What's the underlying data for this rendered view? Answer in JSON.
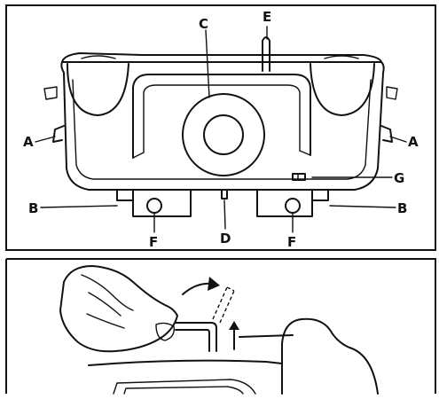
{
  "labels": {
    "a_left": "A",
    "a_right": "A",
    "b_left": "B",
    "b_right": "B",
    "c": "C",
    "d": "D",
    "e": "E",
    "f_left": "F",
    "f_right": "F",
    "g": "G"
  }
}
